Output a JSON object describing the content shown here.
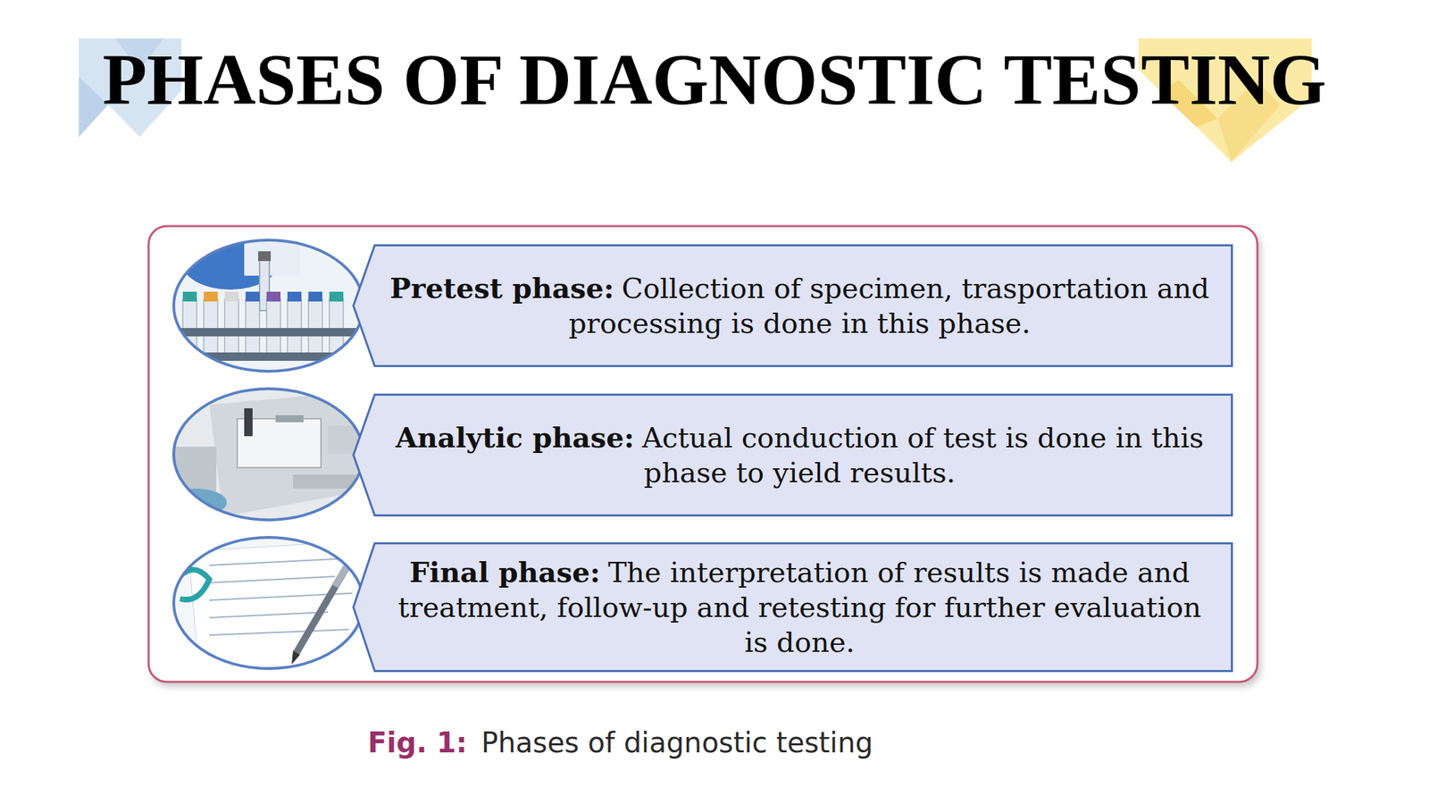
{
  "diagram": {
    "title": "PHASES OF DIAGNOSTIC TESTING",
    "caption": "Phases of diagnostic testing",
    "nodes": [
      {
        "text": [
          "Pretest phase:",
          "Collection of specimen, trasportation and processing is done in this phase."
        ]
      },
      {
        "text": [
          "Analytic phase:",
          "Actual conduction of test is done in this phase to yield results."
        ]
      },
      {
        "text": [
          "Final phase:",
          "The interpretation of results is made and treatment, follow-up and retesting for further evaluation is done."
        ]
      }
    ],
    "labels": [
      "Fig. 1:"
    ]
  }
}
